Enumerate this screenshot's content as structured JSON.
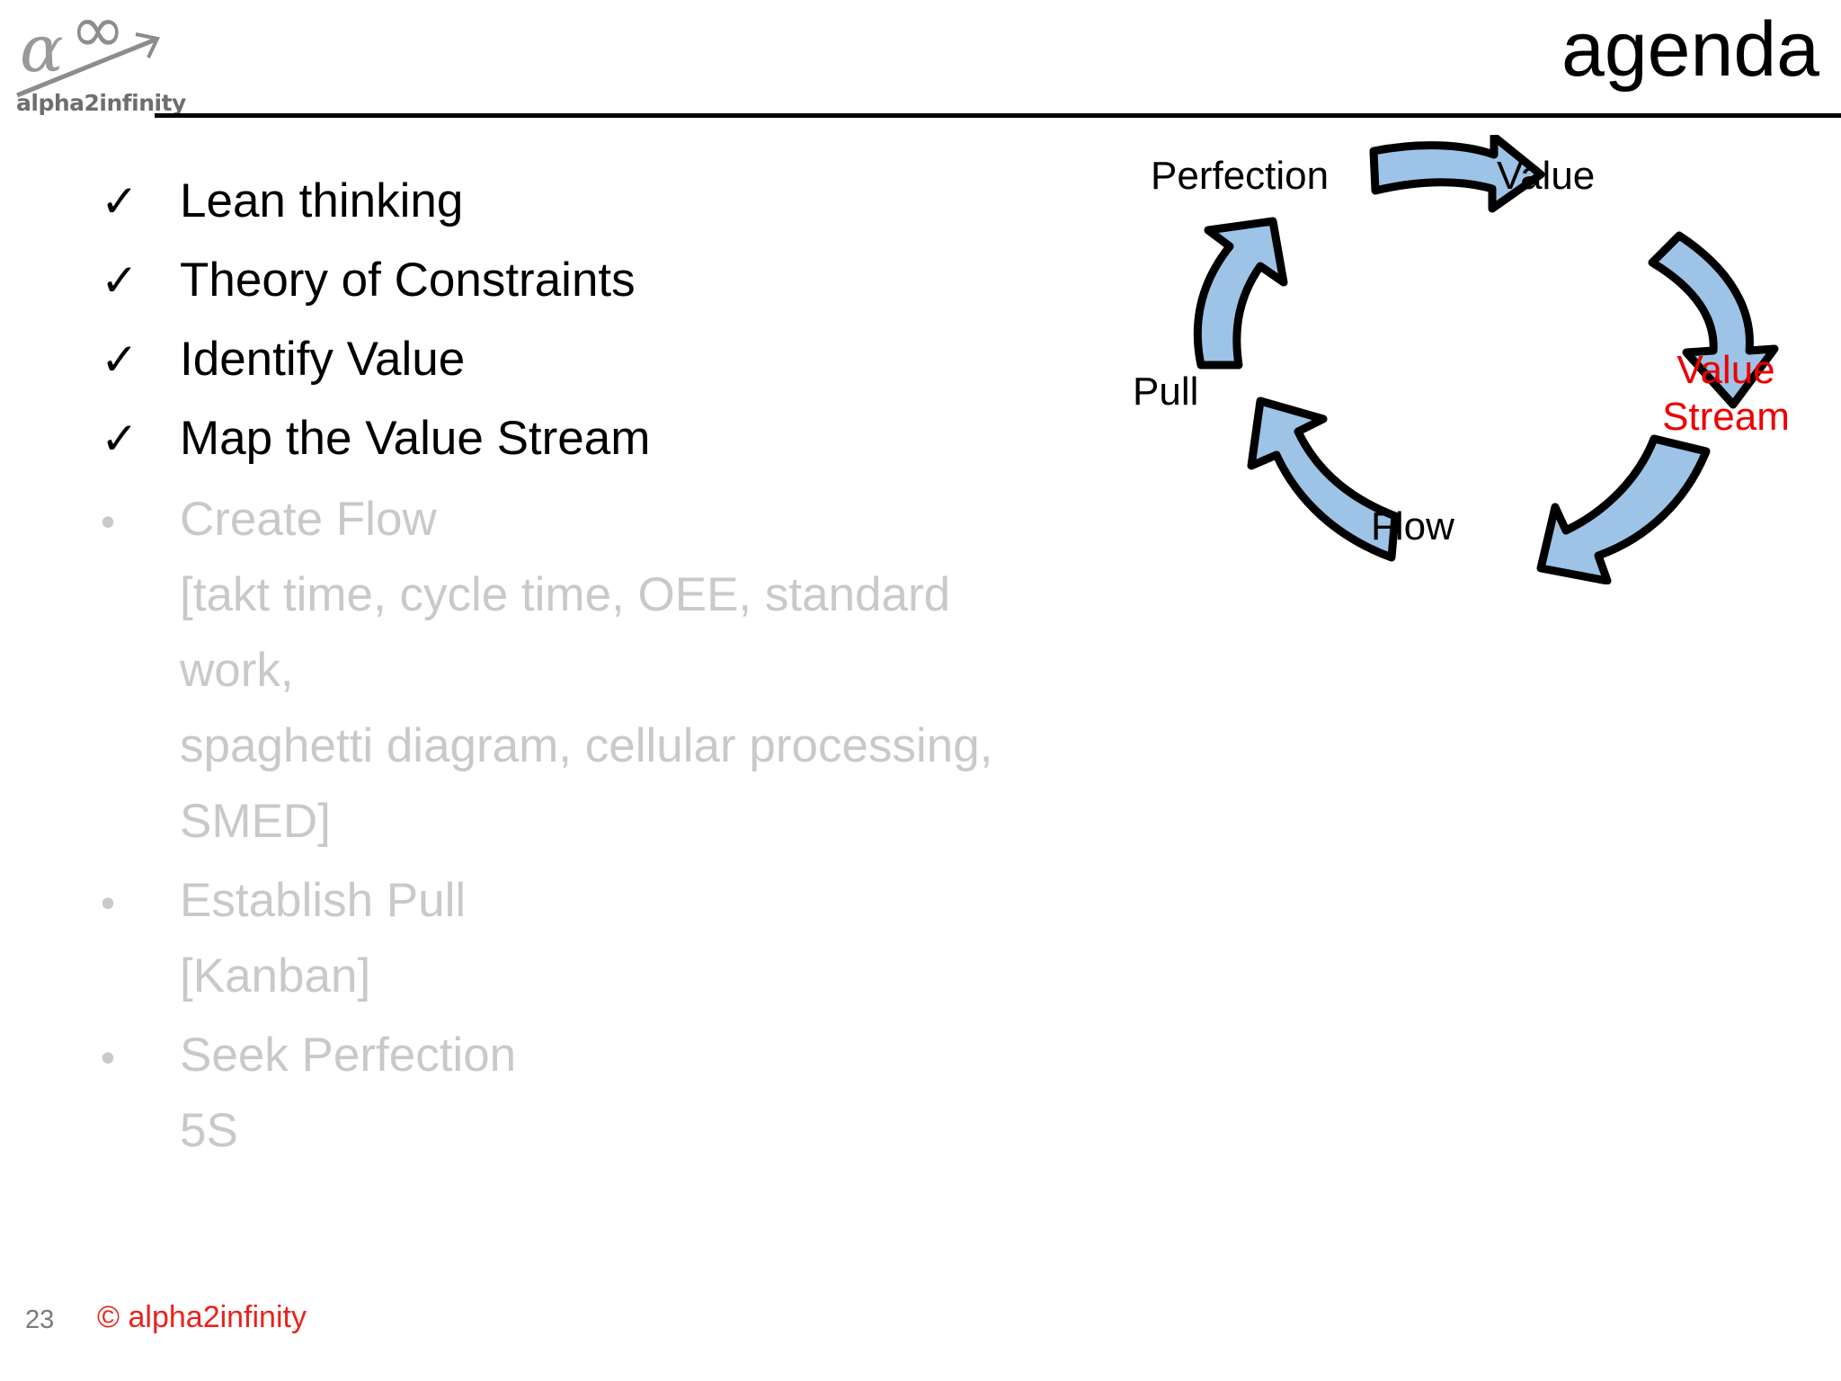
{
  "slide": {
    "title": "agenda",
    "page_number": "23",
    "copyright": "© alpha2infinity"
  },
  "logo": {
    "alpha_glyph": "α",
    "infinity_glyph": "∞",
    "wordmark": "alpha2infinity"
  },
  "agenda": {
    "items": [
      {
        "marker": "✓",
        "text": "Lean thinking",
        "state": "done"
      },
      {
        "marker": "✓",
        "text": "Theory of Constraints",
        "state": "done"
      },
      {
        "marker": "✓",
        "text": "Identify Value",
        "state": "done"
      },
      {
        "marker": "✓",
        "text": "Map the Value Stream",
        "state": "done"
      },
      {
        "marker": "•",
        "text": "Create Flow\n[takt time, cycle time, OEE, standard work,\nspaghetti diagram, cellular processing, SMED]",
        "state": "todo"
      },
      {
        "marker": "•",
        "text": "Establish Pull\n[Kanban]",
        "state": "todo"
      },
      {
        "marker": "•",
        "text": "Seek Perfection\n5S",
        "state": "todo"
      }
    ]
  },
  "cycle": {
    "nodes": [
      {
        "id": "perfection",
        "label": "Perfection",
        "color": "#000000"
      },
      {
        "id": "value",
        "label": "Value",
        "color": "#000000"
      },
      {
        "id": "value-stream",
        "label": "Value\nStream",
        "color": "#ee0000"
      },
      {
        "id": "flow",
        "label": "Flow",
        "color": "#000000"
      },
      {
        "id": "pull",
        "label": "Pull",
        "color": "#000000"
      }
    ],
    "arrow_fill": "#9dc3e6",
    "arrow_stroke": "#000000"
  },
  "colors": {
    "text": "#000000",
    "muted": "#c7c9cb",
    "accent_red": "#ee0000",
    "footer_red": "#e8231c",
    "arrow_blue": "#9dc3e6"
  }
}
